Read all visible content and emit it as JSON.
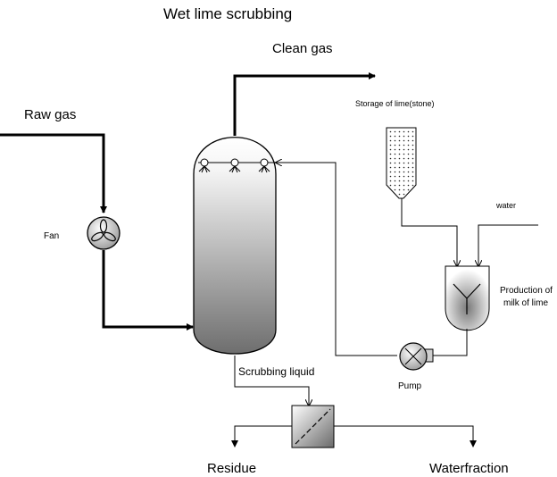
{
  "title": "Wet lime scrubbing",
  "labels": {
    "clean_gas": "Clean gas",
    "raw_gas": "Raw gas",
    "fan": "Fan",
    "storage": "Storage of lime(stone)",
    "water": "water",
    "production_line1": "Production of",
    "production_line2": "milk of lime",
    "pump": "Pump",
    "scrubbing_liquid": "Scrubbing liquid",
    "residue": "Residue",
    "waterfraction": "Waterfraction"
  },
  "icons": {
    "fan": "fan-icon",
    "pump": "pump-icon",
    "spray_nozzle": "spray-nozzle-icon",
    "agitator": "agitator-icon",
    "filter": "filter-icon"
  },
  "colors": {
    "line": "#000000",
    "vessel_top": "#ffffff",
    "vessel_bottom": "#6e6e6e"
  }
}
